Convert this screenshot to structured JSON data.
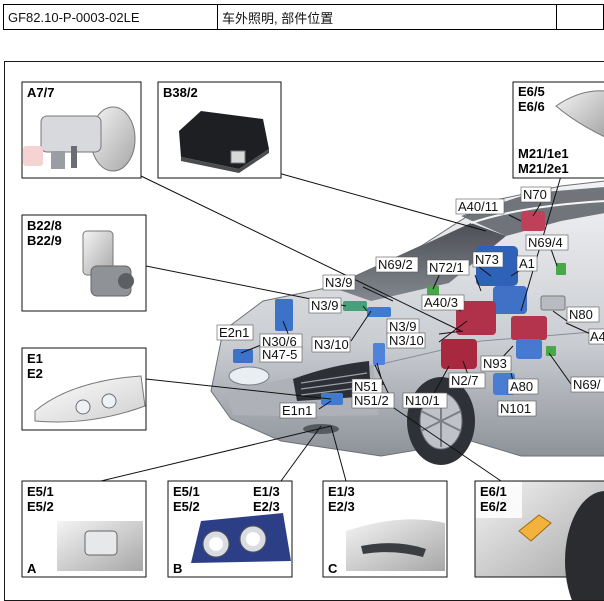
{
  "header": {
    "doc_id": "GF82.10-P-0003-02LE",
    "title": "车外照明, 部件位置"
  },
  "insets": {
    "a77": [
      "A7/7"
    ],
    "b382": [
      "B38/2"
    ],
    "e65": [
      "E6/5",
      "E6/6",
      "M21/1e1",
      "M21/2e1"
    ],
    "b228": [
      "B22/8",
      "B22/9"
    ],
    "e1": [
      "E1",
      "E2"
    ],
    "e51": [
      "E5/1",
      "E5/2"
    ],
    "e51b_left": [
      "E5/1",
      "E5/2"
    ],
    "e51b_right": [
      "E1/3",
      "E2/3"
    ],
    "e13": [
      "E1/3",
      "E2/3"
    ],
    "e61": [
      "E6/1",
      "E6/2"
    ]
  },
  "view_letters": {
    "a": "A",
    "b": "B",
    "c": "C"
  },
  "callouts": {
    "a40_11": "A40/11",
    "n70": "N70",
    "n69_4": "N69/4",
    "n73": "N73",
    "a1": "A1",
    "n69_2": "N69/2",
    "n72_1": "N72/1",
    "n3_9a": "N3/9",
    "n3_9b": "N3/9",
    "a40_3": "A40/3",
    "n80": "N80",
    "a4x": "A4",
    "n3_9c": "N3/9",
    "n3_10a": "N3/10",
    "n3_10b": "N3/10",
    "e2n1": "E2n1",
    "n30_6": "N30/6",
    "n47_5": "N47-5",
    "n93": "N93",
    "n51": "N51",
    "n51_2": "N51/2",
    "n2_7": "N2/7",
    "a80": "A80",
    "n69x": "N69/",
    "n10_1": "N10/1",
    "e1n1": "E1n1",
    "n101": "N101"
  }
}
